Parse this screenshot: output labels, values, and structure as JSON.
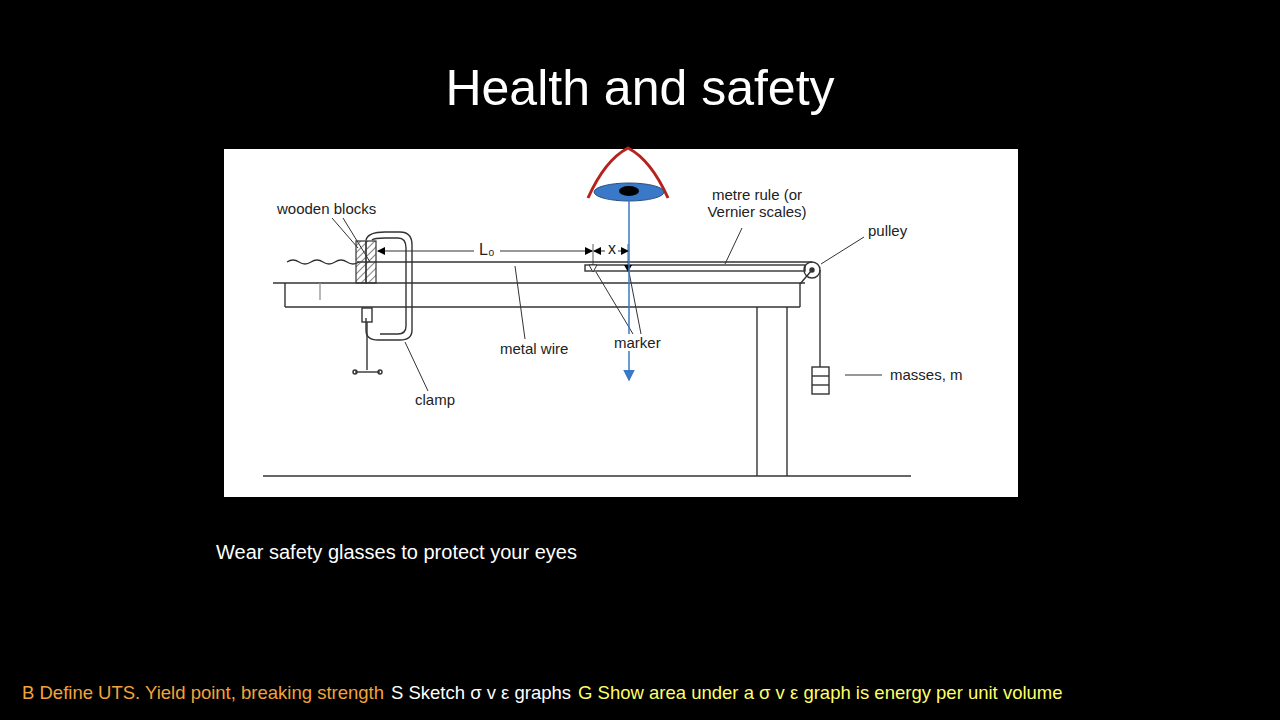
{
  "diagram": {
    "title": "Health and safety",
    "labels": [
      "wooden blocks",
      "L₀",
      "x",
      "metre rule (or Vernier scales)",
      "pulley",
      "metal wire",
      "marker",
      "clamp",
      "masses, m",
      "Wear safety glasses to protect your eyes",
      "B Define UTS. Yield point, breaking strength",
      "S Sketch σ v ε graphs",
      "G Show area under a σ v ε graph is energy per unit volume"
    ]
  }
}
